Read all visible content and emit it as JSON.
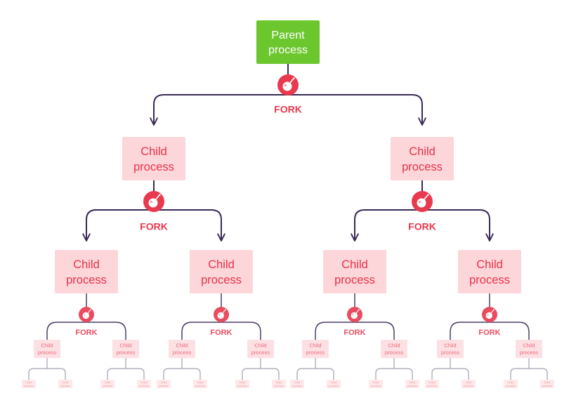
{
  "labels": {
    "parent_line1": "Parent",
    "parent_line2": "process",
    "child_line1": "Child",
    "child_line2": "process",
    "fork": "FORK"
  },
  "colors": {
    "parent_fill": "#6cc72f",
    "parent_text": "#ffffff",
    "child_fill": "#fdd6da",
    "child_text": "#e5334b",
    "fork_icon": "#e8394e",
    "fork_text": "#e8394e",
    "connector": "#3a2a55",
    "background": "#ffffff"
  },
  "fork_icon_name": "bomb-icon",
  "tree_depth": 5
}
